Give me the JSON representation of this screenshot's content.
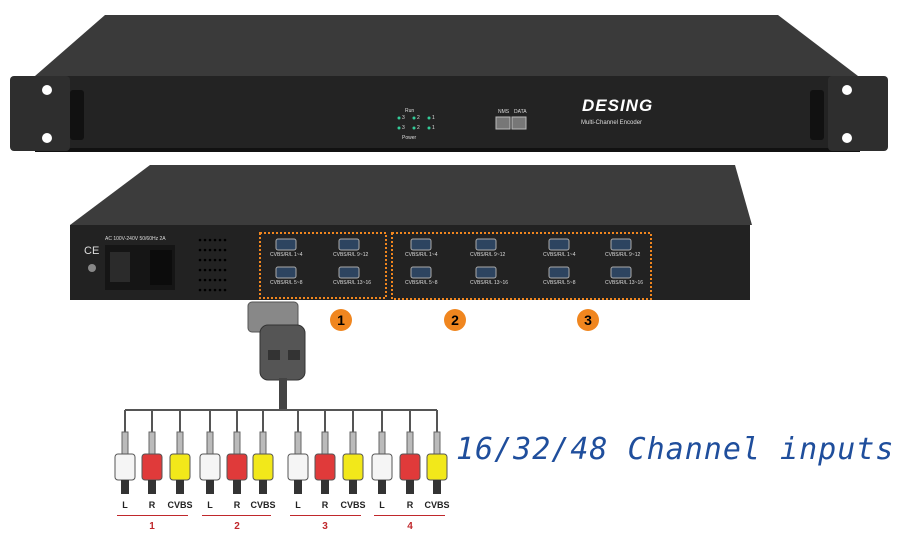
{
  "front_panel": {
    "run_label": "Run",
    "power_label": "Power",
    "led_labels": [
      "3",
      "2",
      "1"
    ],
    "nms_label": "NMS",
    "data_label": "DATA",
    "brand": "DESING",
    "model": "Multi-Channel Encoder"
  },
  "rear_panel": {
    "power_spec": "AC 100V-240V 50/60Hz 2A",
    "ce_mark": "CE",
    "port_labels": [
      "CVBS/R/L 1~4",
      "CVBS/R/L 9~12",
      "CVBS/R/L 5~8",
      "CVBS/R/L 13~16"
    ]
  },
  "badges": [
    "1",
    "2",
    "3"
  ],
  "cable": {
    "plug_labels": [
      "L",
      "R",
      "CVBS"
    ],
    "groups": [
      "1",
      "2",
      "3",
      "4"
    ]
  },
  "headline": "16/32/48 Channel inputs",
  "colors": {
    "accent": "#f0861f",
    "headline": "#1f4e9c",
    "group_number": "#c0282c"
  }
}
